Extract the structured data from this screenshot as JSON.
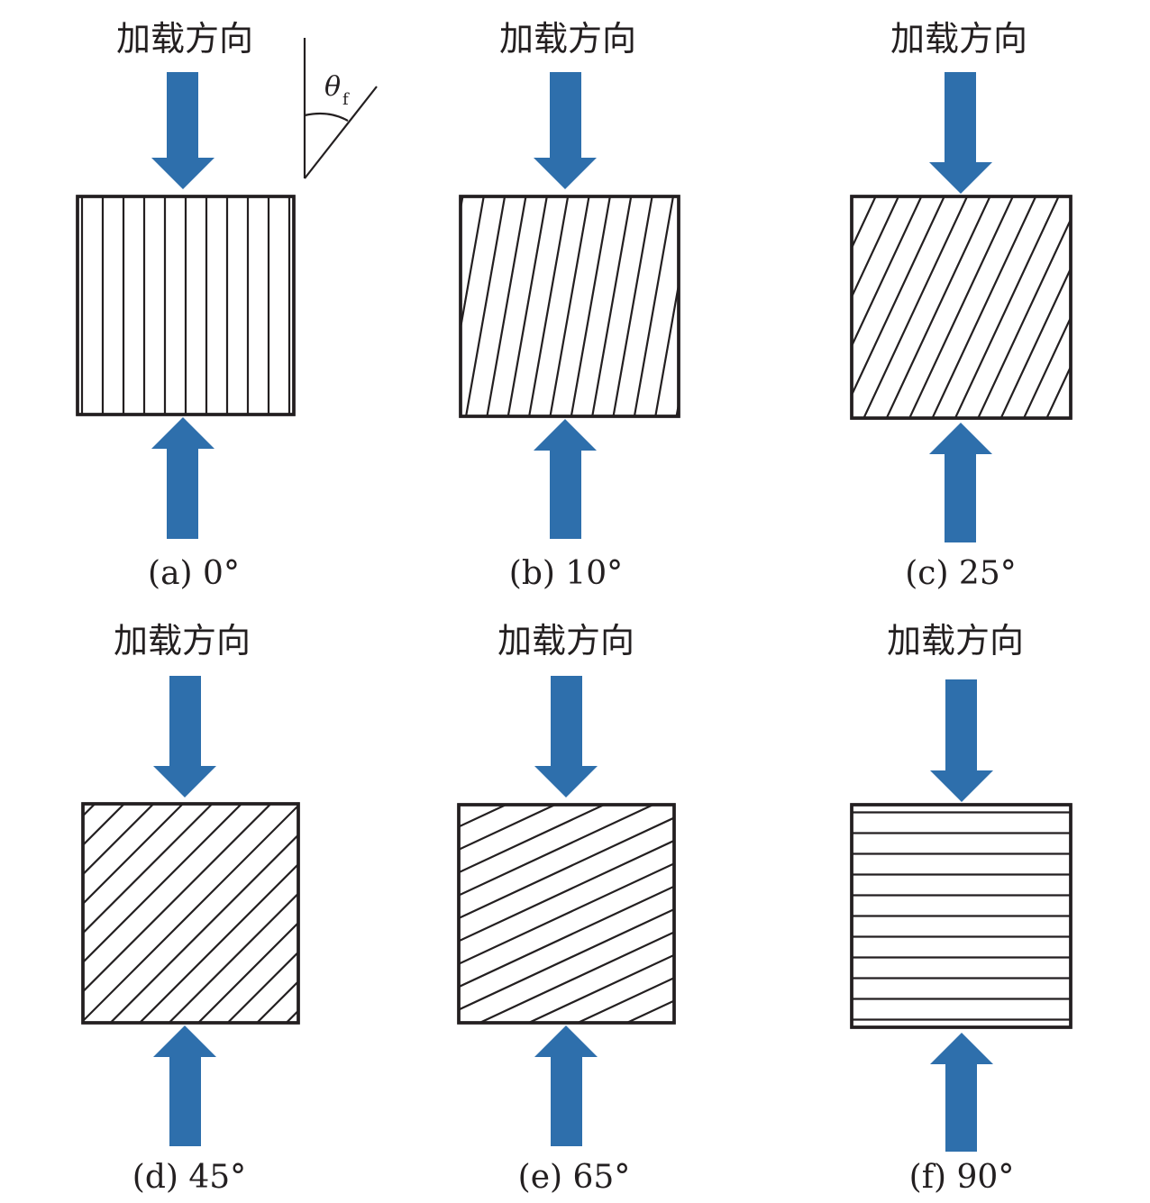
{
  "load_label": "加载方向",
  "angle_symbol": {
    "theta": "θ",
    "sub": "f"
  },
  "panels": [
    {
      "id": "a",
      "caption": "(a) 0°",
      "angle_deg": 0
    },
    {
      "id": "b",
      "caption": "(b) 10°",
      "angle_deg": 10
    },
    {
      "id": "c",
      "caption": "(c) 25°",
      "angle_deg": 25
    },
    {
      "id": "d",
      "caption": "(d) 45°",
      "angle_deg": 45
    },
    {
      "id": "e",
      "caption": "(e) 65°",
      "angle_deg": 65
    },
    {
      "id": "f",
      "caption": "(f) 90°",
      "angle_deg": 90
    }
  ],
  "colors": {
    "arrow": "#2e6fac",
    "line": "#231f20"
  }
}
